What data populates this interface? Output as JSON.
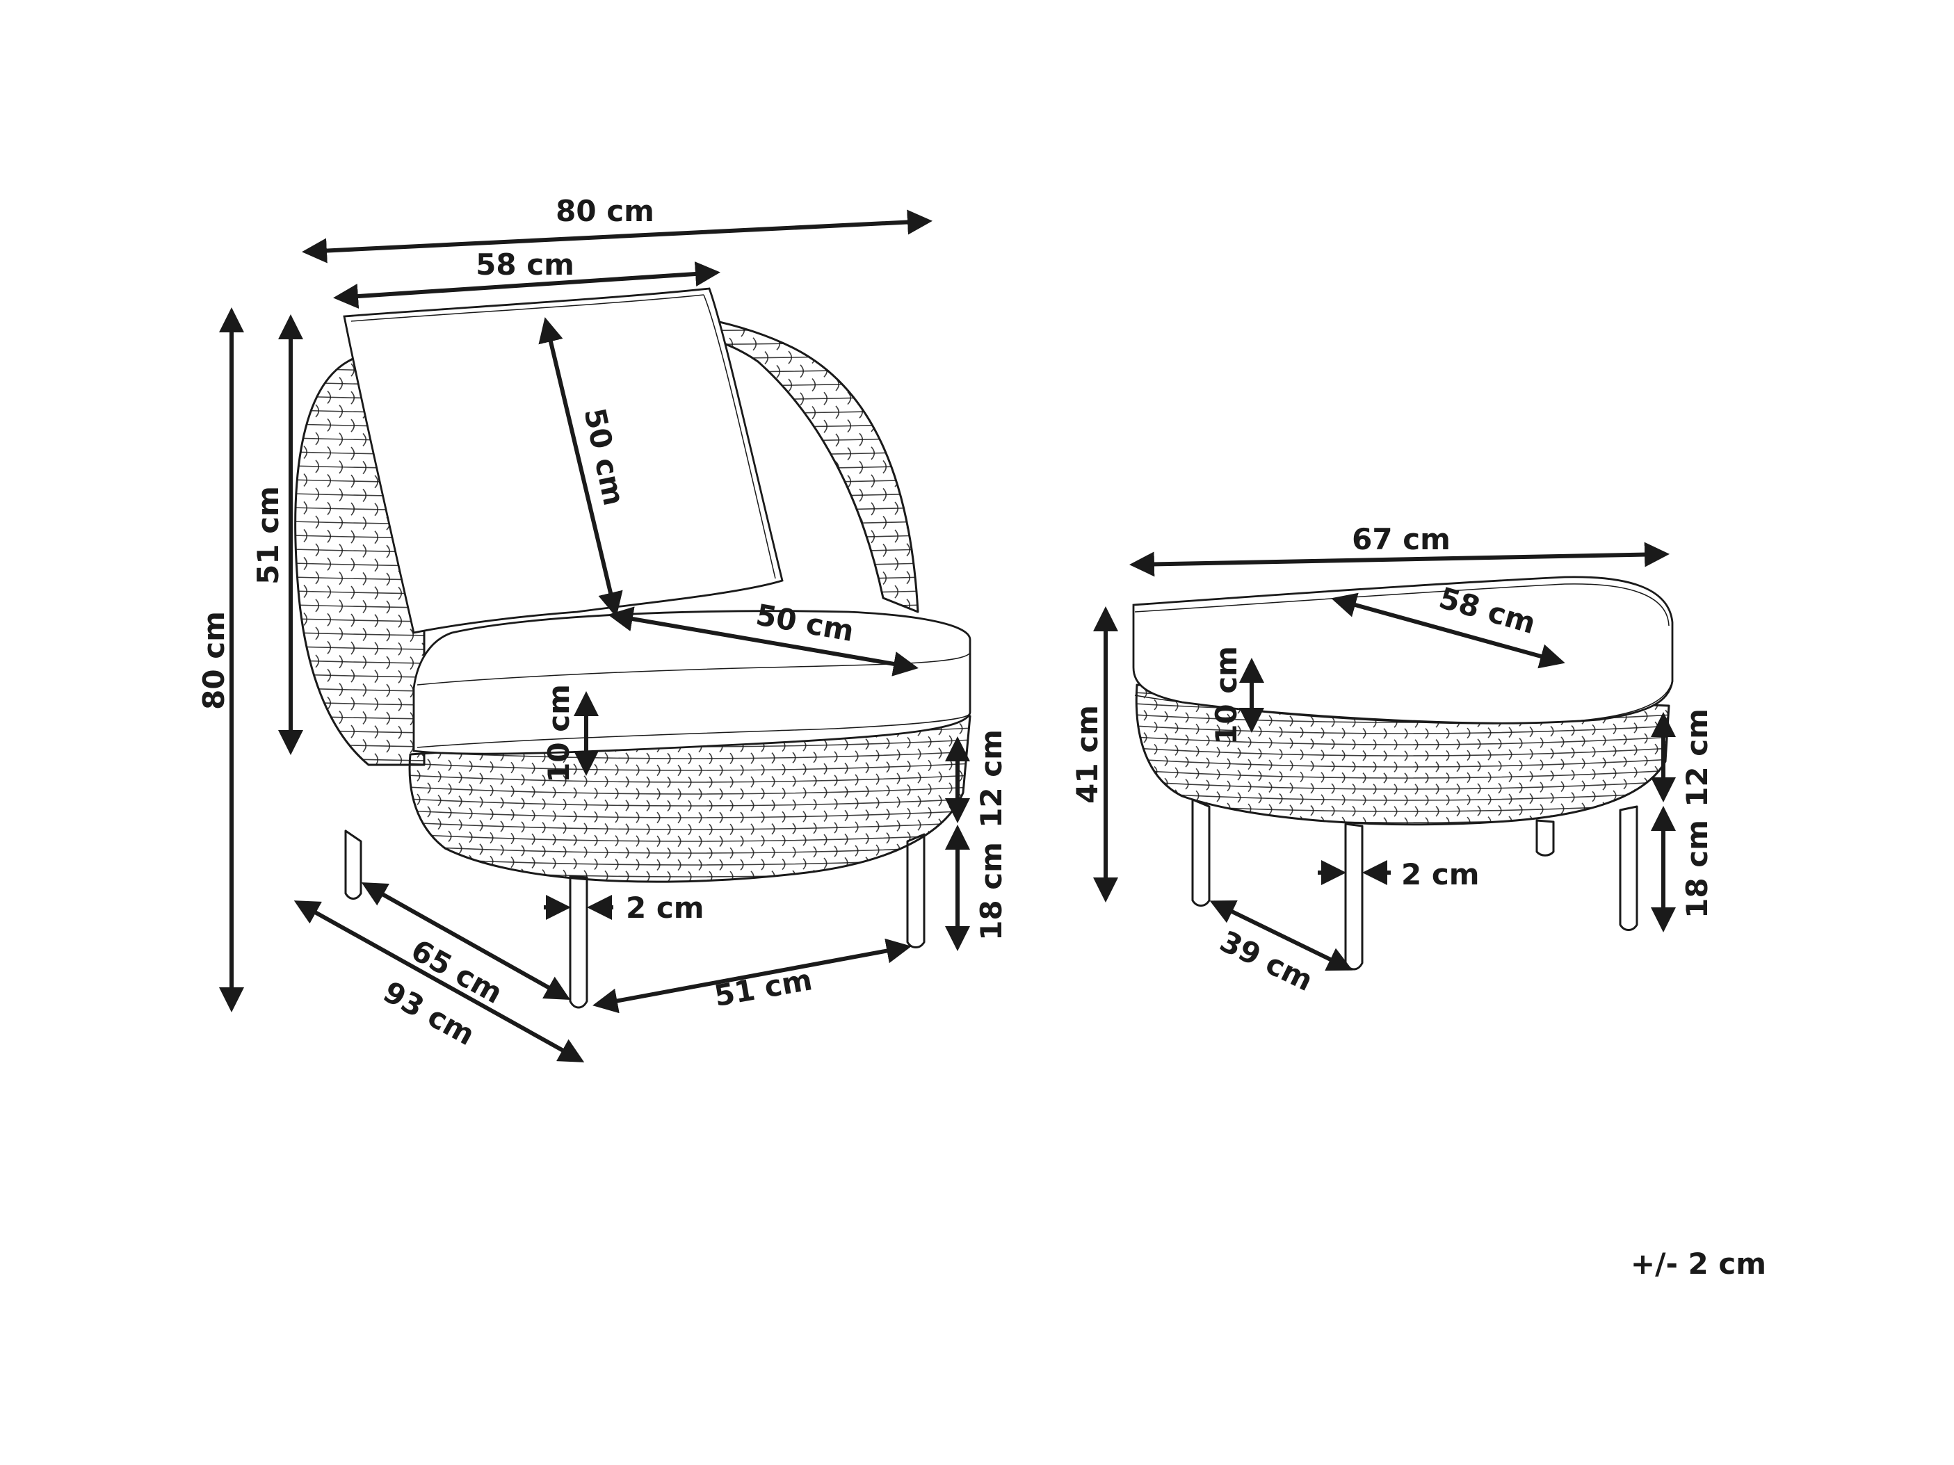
{
  "colors": {
    "ink": "#1a1a1a",
    "background": "#ffffff"
  },
  "armchair": {
    "total_width": "80 cm",
    "back_width": "58 cm",
    "total_height": "80 cm",
    "back_height": "51 cm",
    "pillow_height": "50 cm",
    "seat_depth": "50 cm",
    "cushion_thickness": "10 cm",
    "base_height": "12 cm",
    "leg_height": "18 cm",
    "leg_diameter": "2 cm",
    "depth_inner": "65 cm",
    "depth_total": "93 cm",
    "leg_span": "51 cm"
  },
  "ottoman": {
    "total_width": "67 cm",
    "seat_width": "58 cm",
    "total_height": "41 cm",
    "cushion_thickness": "10 cm",
    "base_height": "12 cm",
    "leg_height": "18 cm",
    "leg_diameter": "2 cm",
    "depth": "39 cm"
  },
  "tolerance": "+/- 2 cm"
}
